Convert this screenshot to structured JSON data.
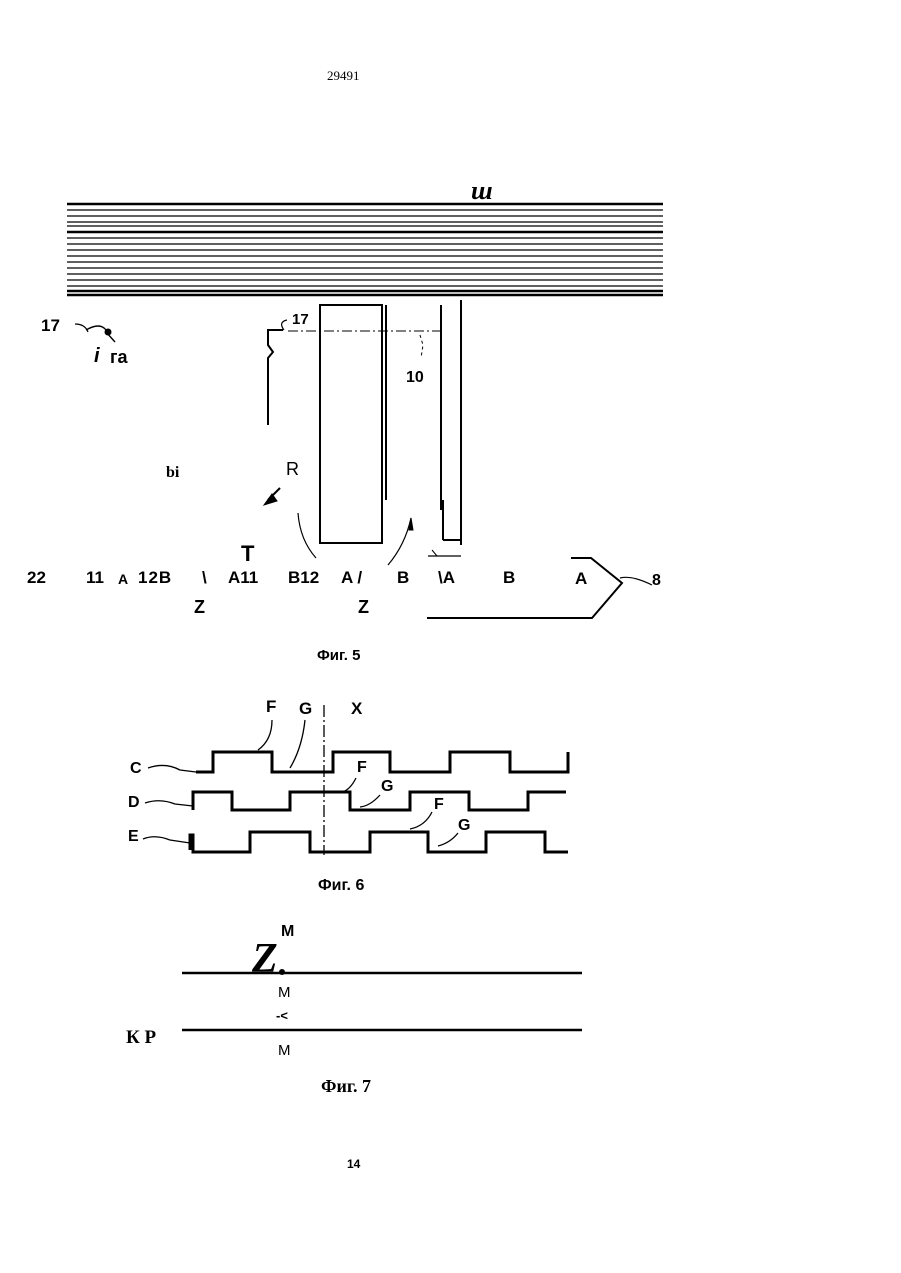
{
  "header": {
    "doc_number": "29491"
  },
  "fig5": {
    "top_mark": "ш",
    "label_17_left": "17",
    "label_i": "i",
    "label_ga": "га",
    "label_17_mid": "17",
    "label_10": "10",
    "label_bi": "bi",
    "label_R": "R",
    "label_T": "T",
    "row_22": "22",
    "row_11": "11",
    "row_A1": "A",
    "row_12B": "12B",
    "row_bs1": "\\",
    "row_A11": "A11",
    "row_B12": "B12",
    "row_Aslash": "A /",
    "row_B1": "B",
    "row_bsA": "\\A",
    "row_B2": "B",
    "row_A_box": "A",
    "label_8": "8",
    "z_left": "Z",
    "z_right": "Z",
    "caption": "Фиг. 5"
  },
  "fig6": {
    "label_F1": "F",
    "label_G1": "G",
    "label_X": "X",
    "label_F2": "F",
    "label_G2": "G",
    "label_F3": "F",
    "label_G3": "G",
    "signal_C": "C",
    "signal_D": "D",
    "signal_E": "E",
    "caption": "Фиг. 6"
  },
  "fig7": {
    "label_M_top": "M",
    "label_Z": "Z",
    "label_M_mid": "M",
    "label_Y": "-<",
    "label_M_bot": "M",
    "label_KP": "К Р",
    "caption": "Фиг. 7"
  },
  "footer": {
    "page_number": "14"
  }
}
